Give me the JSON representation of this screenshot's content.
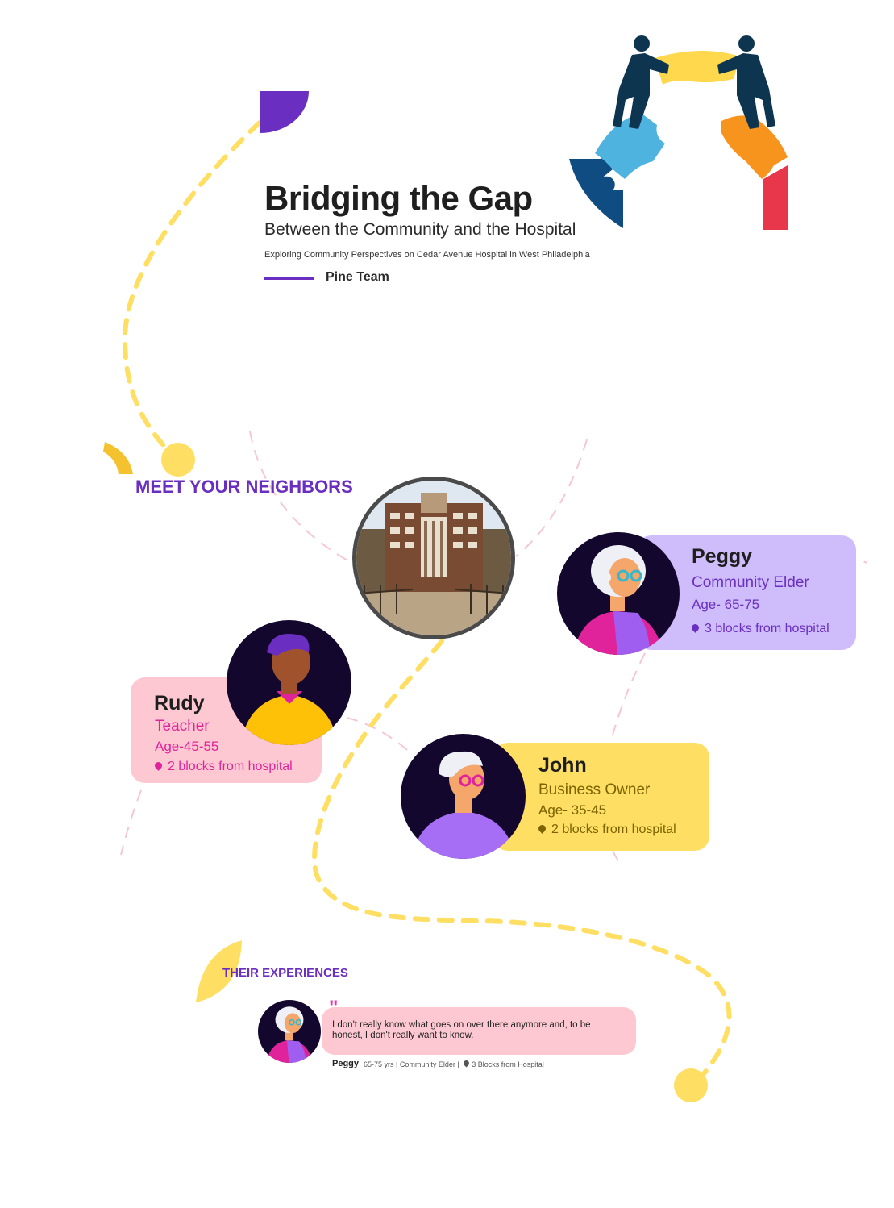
{
  "header": {
    "title": "Bridging the Gap",
    "subtitle": "Between the Community and the Hospital",
    "tagline": "Exploring Community Perspectives on Cedar Avenue Hospital in West Philadelphia",
    "team": "Pine Team"
  },
  "sections": {
    "meet": "MEET YOUR NEIGHBORS",
    "experiences": "THEIR EXPERIENCES"
  },
  "neighbors": {
    "peggy": {
      "name": "Peggy",
      "role": "Community Elder",
      "age": "Age- 65-75",
      "distance": "3 blocks from hospital"
    },
    "rudy": {
      "name": "Rudy",
      "role": "Teacher",
      "age": "Age-45-55",
      "distance": "2 blocks from hospital"
    },
    "john": {
      "name": "John",
      "role": "Business Owner",
      "age": "Age- 35-45",
      "distance": "2 blocks from hospital"
    }
  },
  "quote": {
    "mark": "\"",
    "text": "I don't really know what goes on over there anymore and, to be honest, I don't really want to know.",
    "name": "Peggy",
    "meta": "65-75 yrs | Community Elder |",
    "distance": "3 Blocks from Hospital"
  },
  "colors": {
    "accent_purple": "#6a2fc0",
    "path_yellow": "#ffdf63",
    "peggy_card": "#cfbcfb",
    "rudy_card": "#fdc8d2",
    "john_card": "#ffdf63"
  },
  "icons": [
    "puzzle-people-icon",
    "location-pin-icon",
    "quote-mark-icon"
  ]
}
